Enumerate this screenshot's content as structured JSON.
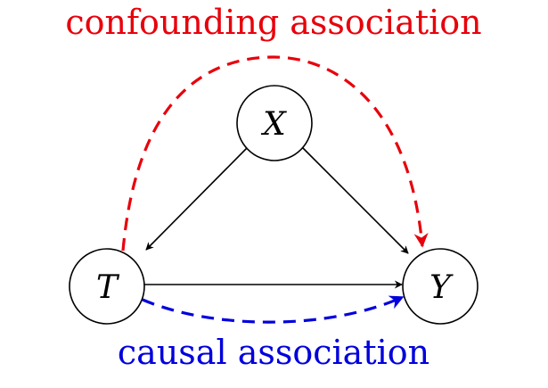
{
  "colors": {
    "confounding": "#e8000b",
    "causal": "#0000dd",
    "edge": "#000000",
    "node_stroke": "#000000",
    "node_fill": "#ffffff"
  },
  "labels": {
    "confounding": "confounding association",
    "causal": "causal association"
  },
  "nodes": {
    "X": "X",
    "T": "T",
    "Y": "Y"
  }
}
